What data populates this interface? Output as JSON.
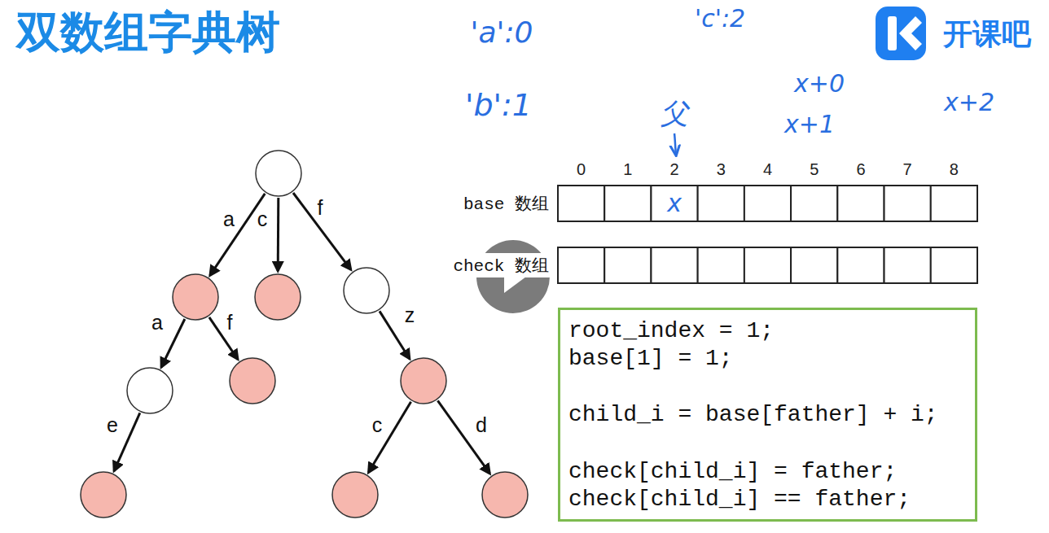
{
  "diagram": {
    "title": "双数组字典树",
    "nodes": [
      {
        "text": [
          "base 数组"
        ]
      },
      {
        "text": [
          "x"
        ],
        "in": 0
      },
      {
        "text": [
          "check 数组"
        ]
      },
      {
        "text": [
          "root_index = 1;",
          "base[1] = 1;",
          "child_i = base[father] + i;",
          "check[child_i] = father;",
          "check[child_i] == father;"
        ]
      }
    ],
    "labels": [
      "a",
      "c",
      "f",
      "a",
      "f",
      "z",
      "e",
      "c",
      "d",
      "0",
      "1",
      "2",
      "3",
      "4",
      "5",
      "6",
      "7",
      "8",
      "'a':0",
      "'b':1",
      "'c':2",
      "父",
      "x+0",
      "x+1",
      "x+2",
      "开课吧"
    ]
  }
}
